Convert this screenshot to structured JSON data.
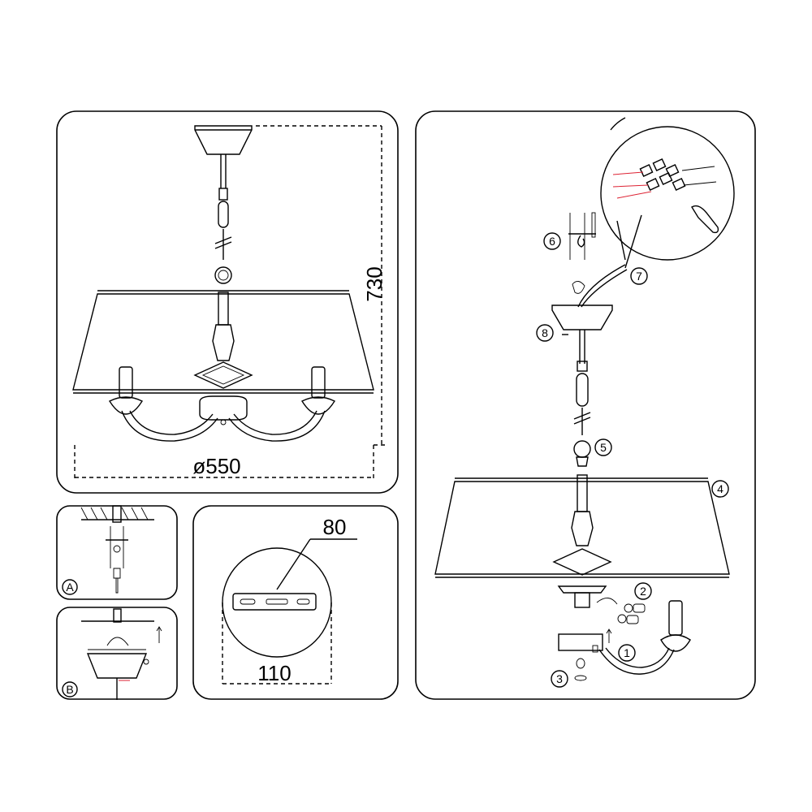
{
  "dimensions": {
    "height": "730",
    "diameter": "ø550",
    "mount_width": "110",
    "mount_depth": "80"
  },
  "steps": {
    "a": "A",
    "b": "B"
  },
  "callouts": [
    "1",
    "2",
    "3",
    "4",
    "5",
    "6",
    "7",
    "8"
  ],
  "colors": {
    "line": "#000000",
    "wire_red": "#dd2233",
    "background": "#ffffff"
  }
}
